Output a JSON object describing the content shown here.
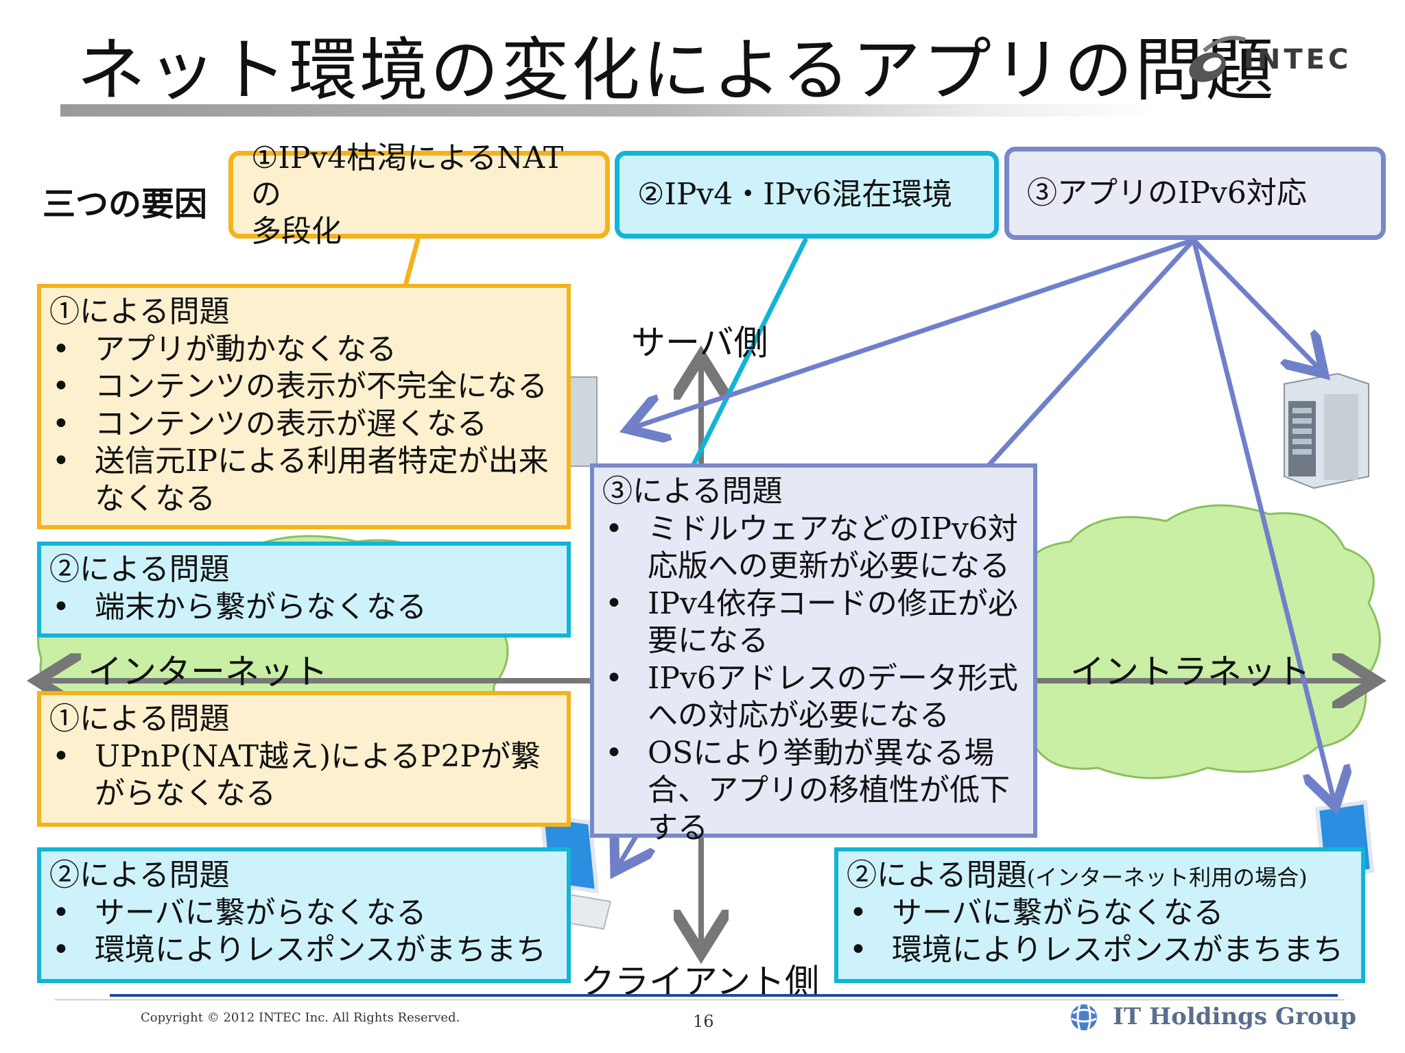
{
  "slide": {
    "title": "ネット環境の変化によるアプリの問題",
    "logo_text": "INTEC"
  },
  "factors": {
    "label": "三つの要因",
    "items": [
      {
        "line1": "①IPv4枯渇によるNATの",
        "line2": "多段化"
      },
      {
        "line1": "②IPv4・IPv6混在環境"
      },
      {
        "line1": "③アプリのIPv6対応"
      }
    ]
  },
  "diagram": {
    "server_side": "サーバ側",
    "client_side": "クライアント側",
    "internet": "インターネット",
    "intranet": "イントラネット"
  },
  "notes": {
    "n1_top": {
      "title": "①による問題",
      "items": [
        "アプリが動かなくなる",
        "コンテンツの表示が不完全になる",
        "コンテンツの表示が遅くなる",
        "送信元IPによる利用者特定が出来なくなる"
      ]
    },
    "n2_top": {
      "title": "②による問題",
      "items": [
        "端末から繋がらなくなる"
      ]
    },
    "n1_bottom": {
      "title": "①による問題",
      "items": [
        "UPnP(NAT越え)によるP2Pが繋がらなくなる"
      ]
    },
    "n2_bottom": {
      "title": "②による問題",
      "items": [
        "サーバに繋がらなくなる",
        "環境によりレスポンスがまちまち"
      ]
    },
    "n3": {
      "title": "③による問題",
      "items": [
        "ミドルウェアなどのIPv6対応版への更新が必要になる",
        "IPv4依存コードの修正が必要になる",
        "IPv6アドレスのデータ形式への対応が必要になる",
        "OSにより挙動が異なる場合、アプリの移植性が低下する"
      ]
    },
    "n2_right": {
      "title": "②による問題",
      "subtitle": "(インターネット利用の場合)",
      "items": [
        "サーバに繋がらなくなる",
        "環境によりレスポンスがまちまち"
      ]
    }
  },
  "footer": {
    "copyright": "Copyright © 2012 INTEC Inc. All Rights Reserved.",
    "page": "16",
    "group": "IT Holdings Group"
  },
  "colors": {
    "yellow_border": "#f5b21d",
    "yellow_fill": "#fdf0cf",
    "blue_border": "#12b4d8",
    "blue_fill": "#cdf2fb",
    "purple_border": "#7888c8",
    "purple_fill": "#e5e8f5",
    "cloud_fill": "#c8efa4"
  }
}
